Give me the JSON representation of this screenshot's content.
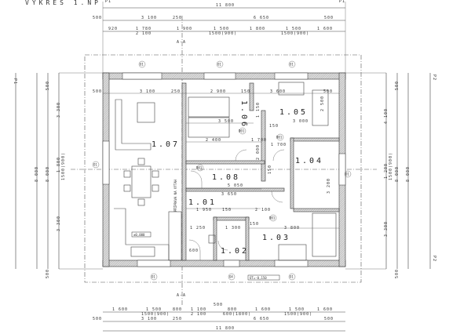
{
  "title": "VÝKRES 1.NP",
  "section_marks": {
    "p1": "P1",
    "p2": "P2",
    "aa": "A-A"
  },
  "rooms": [
    "1.07",
    "1.06",
    "1.05",
    "1.04",
    "1.08",
    "1.01",
    "1.02",
    "1.03"
  ],
  "top_dims": {
    "overall": "11 800",
    "row2": [
      "500",
      "3 100",
      "250",
      "6 650",
      "500"
    ],
    "row3": [
      "920",
      "1 780",
      "2 100",
      "1 900",
      "1 500",
      "1500(900)",
      "1 800",
      "1 500",
      "1500(900)",
      "1 600"
    ]
  },
  "bottom_dims": {
    "overall": "11 800",
    "row2": [
      "500",
      "3 100",
      "250",
      "6 650",
      "500"
    ],
    "row3": [
      "1 600",
      "1 500",
      "1500(900)",
      "800",
      "1 100",
      "2 100",
      "500",
      "800",
      "600(1800)",
      "1 600",
      "1 500",
      "1500(900)",
      "1 600"
    ]
  },
  "left_dims": [
    "8 000",
    "8 000",
    "500",
    "3 300",
    "1 800",
    "1500(900)",
    "3 300",
    "500"
  ],
  "right_dims": [
    "8 000",
    "8 000",
    "500",
    "4 100",
    "1 200",
    "1500(900)",
    "3 300",
    "500"
  ],
  "interior_dims": [
    "500",
    "3 100",
    "250",
    "2 900",
    "150",
    "3 600",
    "500",
    "3 500",
    "3 000",
    "2 400",
    "1 700",
    "150",
    "1 150",
    "1 700",
    "150",
    "5 050",
    "3 650",
    "1 950",
    "150",
    "2 100",
    "1 250",
    "1 300",
    "150",
    "3 800",
    "600",
    "2 500",
    "3 200",
    "2 000"
  ],
  "tags": {
    "window": "O1",
    "window_b": "O4",
    "door": "D01",
    "door2": "D01",
    "door3": "D01"
  },
  "level_mark": "±0,000",
  "floor_mark": "ÚT=-0,150",
  "shaft_label": "PŘÍPRAVA NA VÝTAH"
}
